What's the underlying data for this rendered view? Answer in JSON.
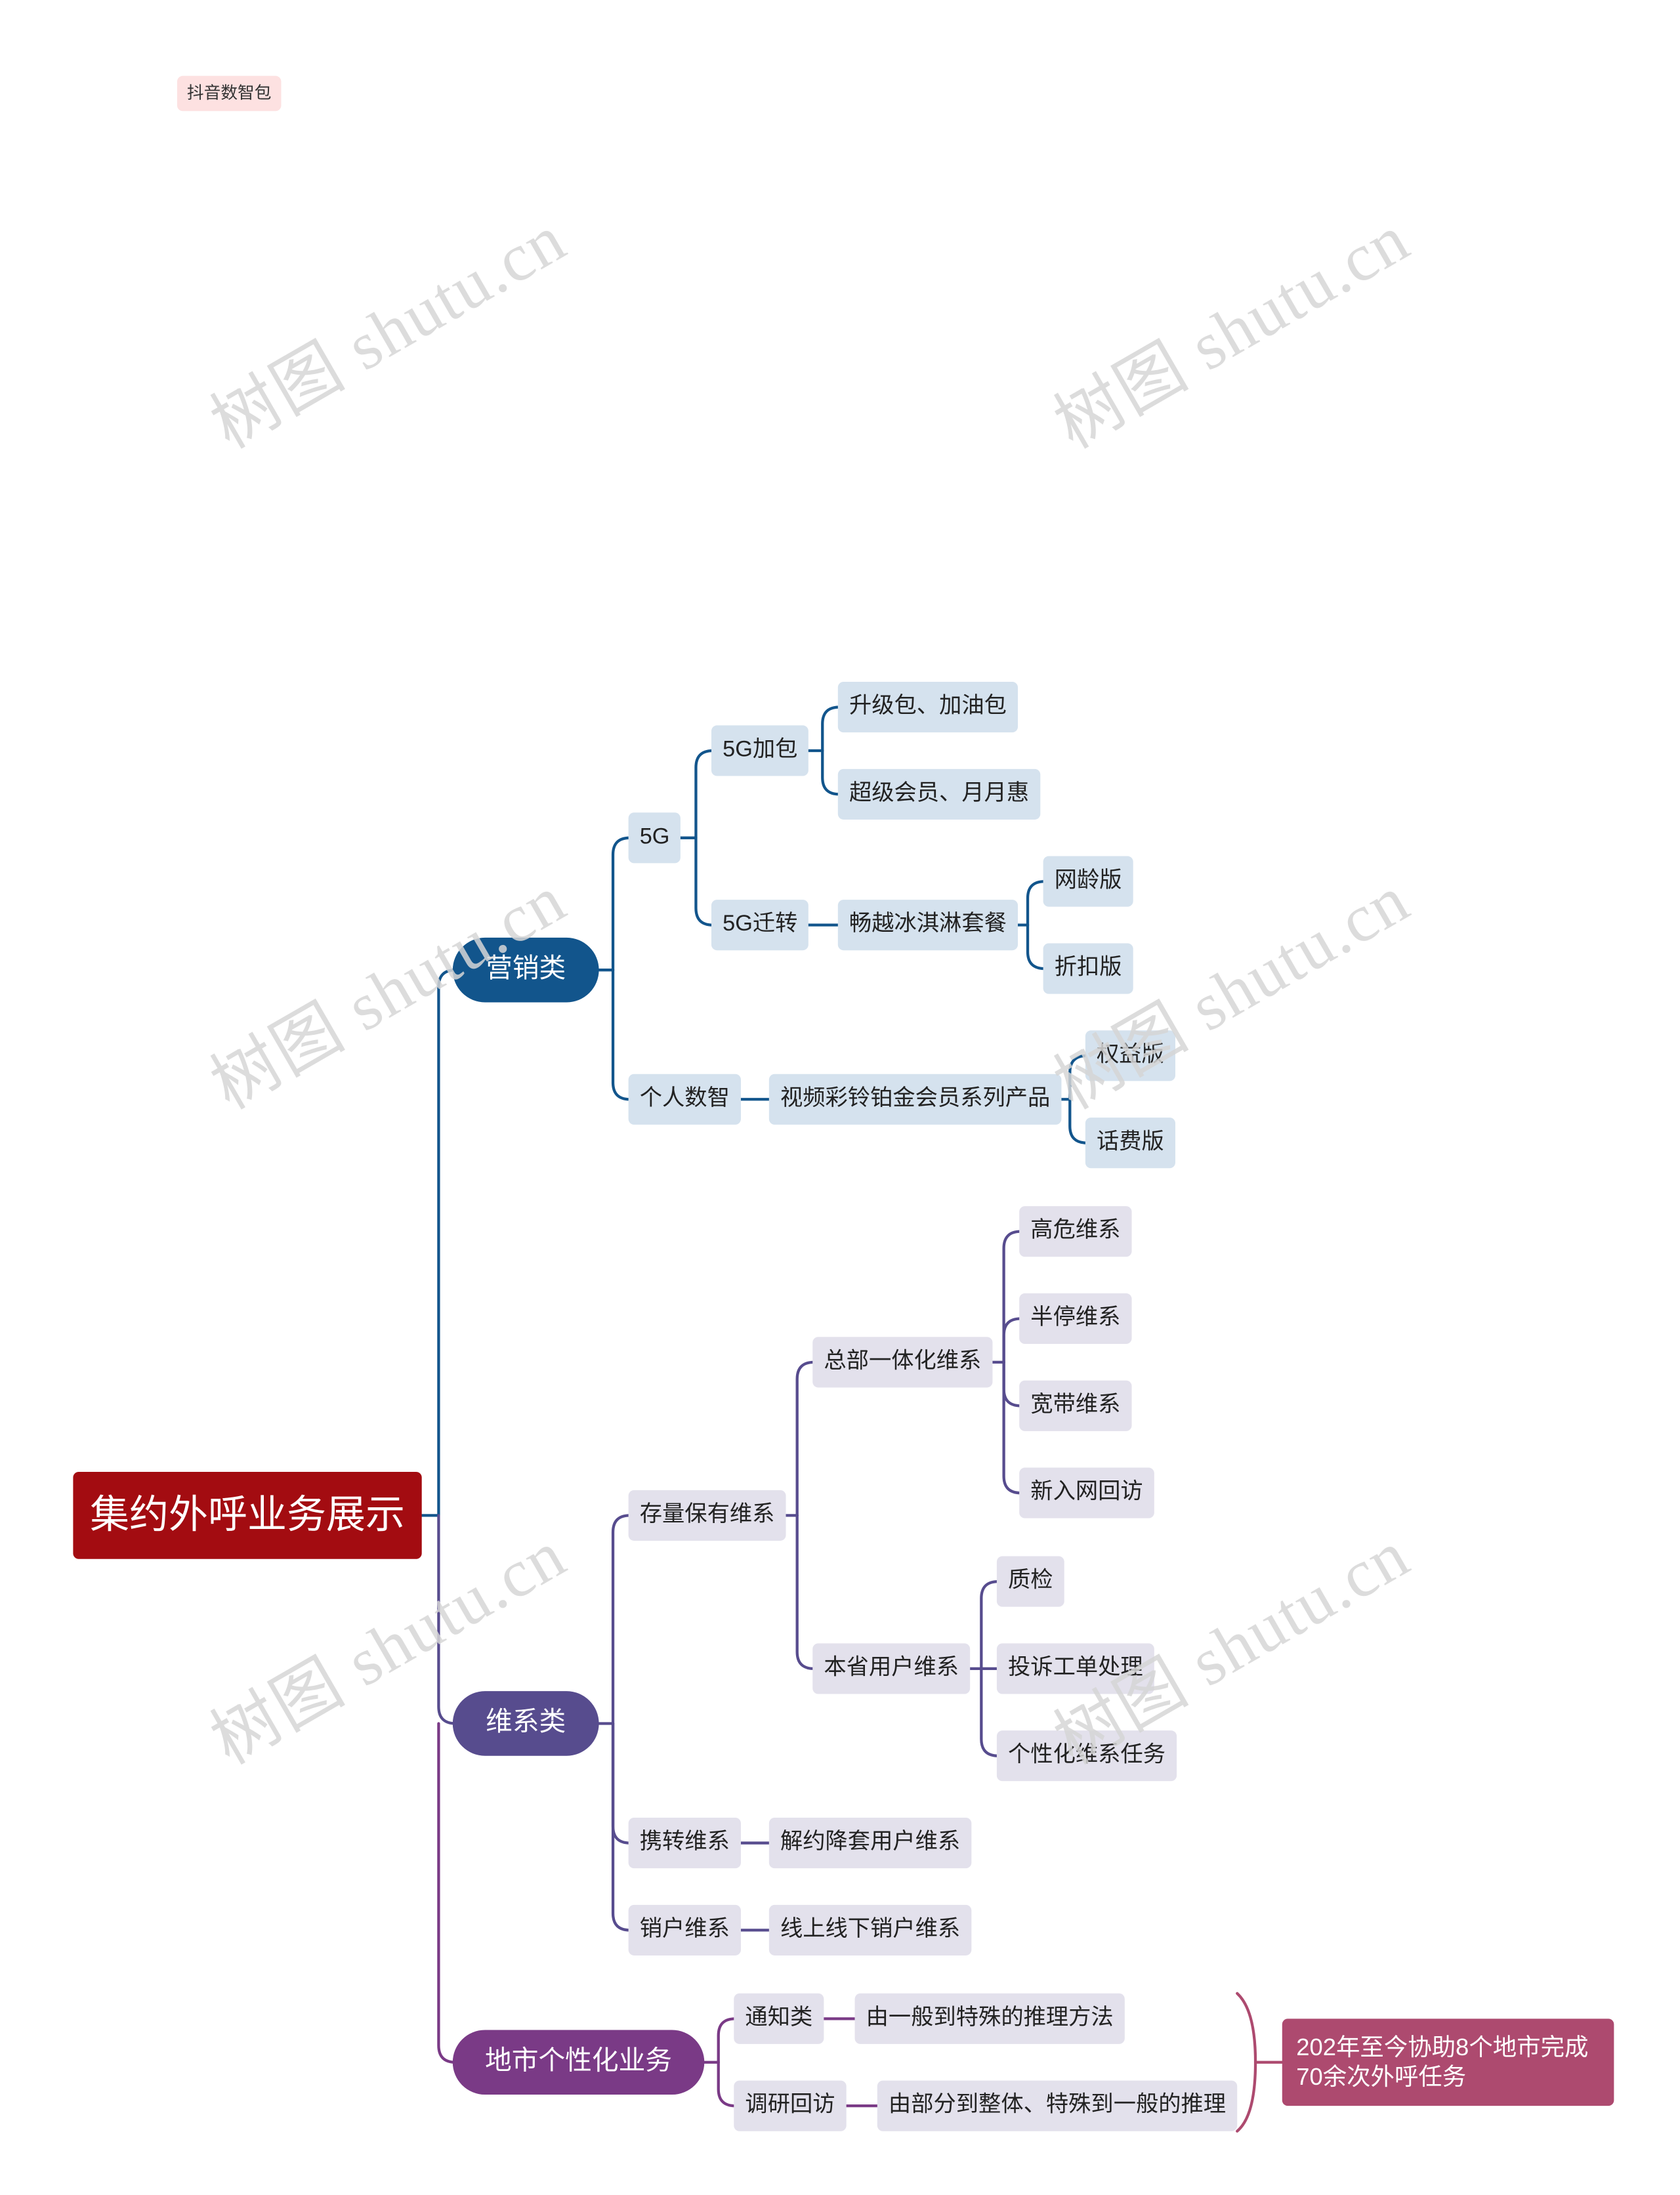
{
  "tag": "抖音数智包",
  "watermark": "树图 shutu.cn",
  "root": "集约外呼业务展示",
  "branches": {
    "marketing": {
      "label": "营销类",
      "g5": {
        "label": "5G",
        "jiabao": {
          "label": "5G加包",
          "items": [
            "升级包、加油包",
            "超级会员、月月惠"
          ]
        },
        "qianzhuan": {
          "label": "5G迁转",
          "package": "畅越冰淇淋套餐",
          "items": [
            "网龄版",
            "折扣版"
          ]
        }
      },
      "personal": {
        "label": "个人数智",
        "product": "视频彩铃铂金会员系列产品",
        "items": [
          "权益版",
          "话费版"
        ]
      }
    },
    "maintenance": {
      "label": "维系类",
      "stock": {
        "label": "存量保有维系",
        "hq": {
          "label": "总部一体化维系",
          "items": [
            "高危维系",
            "半停维系",
            "宽带维系",
            "新入网回访"
          ]
        },
        "province": {
          "label": "本省用户维系",
          "items": [
            "质检",
            "投诉工单处理",
            "个性化维系任务"
          ]
        }
      },
      "transfer": {
        "label": "携转维系",
        "child": "解约降套用户维系"
      },
      "cancel": {
        "label": "销户维系",
        "child": "线上线下销户维系"
      }
    },
    "local": {
      "label": "地市个性化业务",
      "notice": {
        "label": "通知类",
        "child": "由一般到特殊的推理方法"
      },
      "survey": {
        "label": "调研回访",
        "child": "由部分到整体、特殊到一般的推理"
      },
      "summary": "202年至今协助8个地市完成70余次外呼任务"
    }
  },
  "colors": {
    "root": "#a30c11",
    "marketing": "#12558c",
    "maintenance": "#574c8e",
    "local": "#7a3a86",
    "summary": "#ad4a6f",
    "blue_node": "#d5e2ee",
    "purple_node": "#e3e1ec"
  }
}
